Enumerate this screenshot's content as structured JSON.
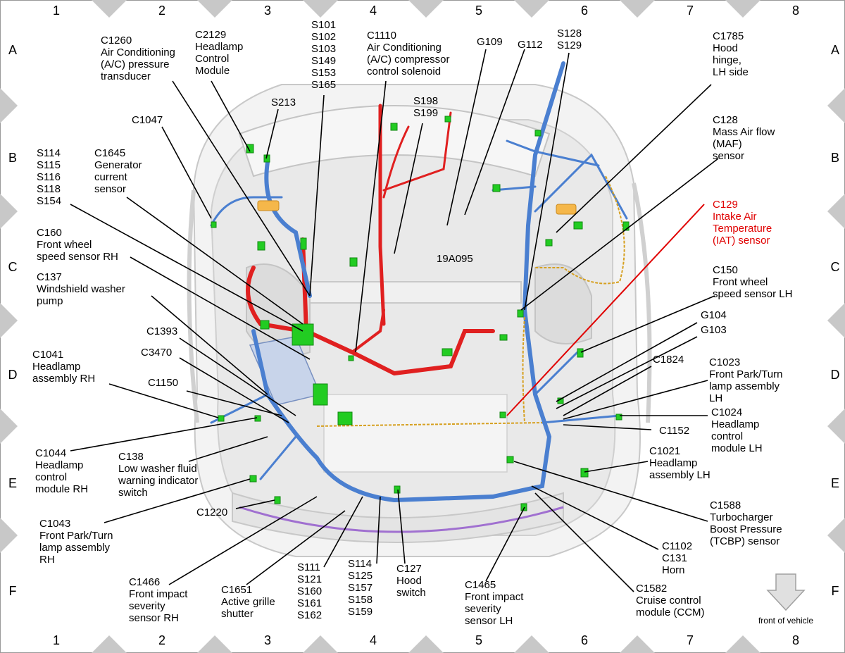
{
  "grid": {
    "columns": [
      "1",
      "2",
      "3",
      "4",
      "5",
      "6",
      "7",
      "8"
    ],
    "rows": [
      "A",
      "B",
      "C",
      "D",
      "E",
      "F"
    ]
  },
  "labels": [
    {
      "id": "c1260",
      "lines": [
        "C1260",
        "Air Conditioning",
        "(A/C) pressure",
        "transducer"
      ]
    },
    {
      "id": "c2129",
      "lines": [
        "C2129",
        "Headlamp",
        "Control",
        "Module"
      ]
    },
    {
      "id": "s101",
      "lines": [
        "S101",
        "S102",
        "S103",
        "S149",
        "S153",
        "S165"
      ]
    },
    {
      "id": "c1110",
      "lines": [
        "C1110",
        "Air Conditioning",
        "(A/C) compressor",
        "control solenoid"
      ]
    },
    {
      "id": "g109",
      "lines": [
        "G109"
      ]
    },
    {
      "id": "g112",
      "lines": [
        "G112"
      ]
    },
    {
      "id": "s128",
      "lines": [
        "S128",
        "S129"
      ]
    },
    {
      "id": "c1785",
      "lines": [
        "C1785",
        "Hood",
        "hinge,",
        "LH side"
      ]
    },
    {
      "id": "s213",
      "lines": [
        "S213"
      ]
    },
    {
      "id": "s198",
      "lines": [
        "S198",
        "S199"
      ]
    },
    {
      "id": "c1047",
      "lines": [
        "C1047"
      ]
    },
    {
      "id": "c128",
      "lines": [
        "C128",
        "Mass Air flow",
        "(MAF)",
        "sensor"
      ]
    },
    {
      "id": "s114a",
      "lines": [
        "S114",
        "S115",
        "S116",
        "S118",
        "S154"
      ]
    },
    {
      "id": "c1645",
      "lines": [
        "C1645",
        "Generator",
        "current",
        "sensor"
      ]
    },
    {
      "id": "c129",
      "lines": [
        "C129",
        "Intake Air",
        "Temperature",
        "(IAT) sensor"
      ]
    },
    {
      "id": "c160",
      "lines": [
        "C160",
        "Front wheel",
        "speed sensor RH"
      ]
    },
    {
      "id": "a19a095",
      "lines": [
        "19A095"
      ]
    },
    {
      "id": "c137",
      "lines": [
        "C137",
        "Windshield washer",
        "pump"
      ]
    },
    {
      "id": "c150",
      "lines": [
        "C150",
        "Front wheel",
        "speed sensor LH"
      ]
    },
    {
      "id": "g104",
      "lines": [
        "G104"
      ]
    },
    {
      "id": "g103",
      "lines": [
        "G103"
      ]
    },
    {
      "id": "c1393",
      "lines": [
        "C1393"
      ]
    },
    {
      "id": "c3470",
      "lines": [
        "C3470"
      ]
    },
    {
      "id": "c1041",
      "lines": [
        "C1041",
        "Headlamp",
        "assembly RH"
      ]
    },
    {
      "id": "c1150",
      "lines": [
        "C1150"
      ]
    },
    {
      "id": "c1824",
      "lines": [
        "C1824"
      ]
    },
    {
      "id": "c1023",
      "lines": [
        "C1023",
        "Front Park/Turn",
        "lamp assembly",
        "LH"
      ]
    },
    {
      "id": "c1024",
      "lines": [
        "C1024",
        "Headlamp",
        "control",
        "module LH"
      ]
    },
    {
      "id": "c1152",
      "lines": [
        "C1152"
      ]
    },
    {
      "id": "c1044",
      "lines": [
        "C1044",
        "Headlamp",
        "control",
        "module RH"
      ]
    },
    {
      "id": "c138",
      "lines": [
        "C138",
        "Low washer fluid",
        "warning indicator",
        "switch"
      ]
    },
    {
      "id": "c1021",
      "lines": [
        "C1021",
        "Headlamp",
        "assembly LH"
      ]
    },
    {
      "id": "c1220",
      "lines": [
        "C1220"
      ]
    },
    {
      "id": "c1588",
      "lines": [
        "C1588",
        "Turbocharger",
        "Boost Pressure",
        "(TCBP) sensor"
      ]
    },
    {
      "id": "c1043",
      "lines": [
        "C1043",
        "Front Park/Turn",
        "lamp assembly",
        "RH"
      ]
    },
    {
      "id": "c1102",
      "lines": [
        "C1102",
        "C131",
        "Horn"
      ]
    },
    {
      "id": "s111",
      "lines": [
        "S111",
        "S121",
        "S160",
        "S161",
        "S162"
      ]
    },
    {
      "id": "s114b",
      "lines": [
        "S114",
        "S125",
        "S157",
        "S158",
        "S159"
      ]
    },
    {
      "id": "c127",
      "lines": [
        "C127",
        "Hood",
        "switch"
      ]
    },
    {
      "id": "c1466",
      "lines": [
        "C1466",
        "Front impact",
        "severity",
        "sensor RH"
      ]
    },
    {
      "id": "c1651",
      "lines": [
        "C1651",
        "Active grille",
        "shutter"
      ]
    },
    {
      "id": "c1465",
      "lines": [
        "C1465",
        "Front impact",
        "severity",
        "sensor LH"
      ]
    },
    {
      "id": "c1582",
      "lines": [
        "C1582",
        "Cruise control",
        "module (CCM)"
      ]
    }
  ],
  "front_of_vehicle": "front of vehicle",
  "colors": {
    "highlight": "#e00000",
    "harness_blue": "#4a7fd0",
    "harness_red": "#e02020",
    "connector_green": "#22cc22",
    "frame_gray": "#bdbdbd"
  }
}
